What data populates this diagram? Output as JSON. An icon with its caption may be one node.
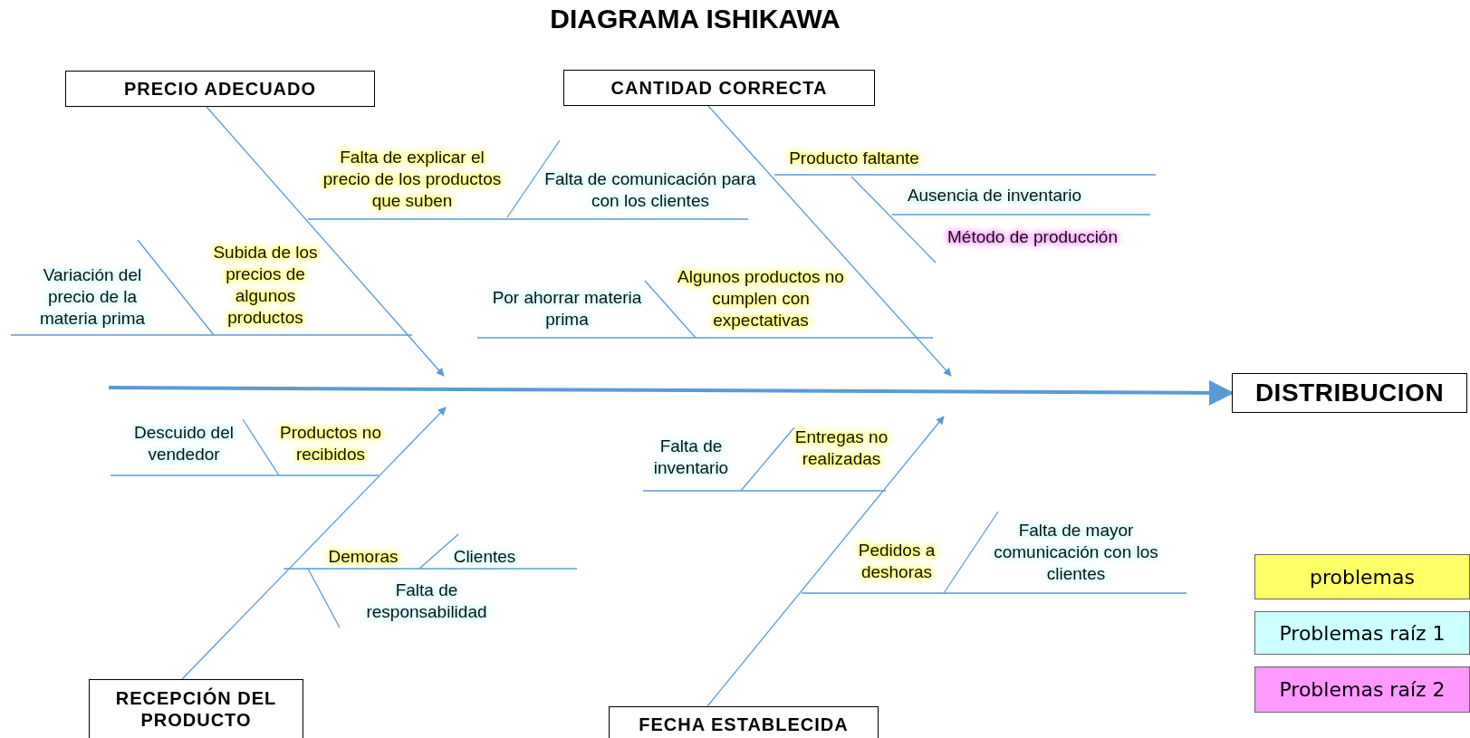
{
  "diagram": {
    "title": "DIAGRAMA ISHIKAWA",
    "nodes": [
      {
        "text": [
          "PRECIO ADECUADO"
        ]
      },
      {
        "text": [
          "CANTIDAD CORRECTA"
        ]
      },
      {
        "text": [
          "RECEPCIÓN DEL PRODUCTO"
        ]
      },
      {
        "text": [
          "FECHA ESTABLECIDA"
        ]
      },
      {
        "text": [
          "DISTRIBUCION"
        ]
      }
    ],
    "edges": [
      {
        "from": 0,
        "to": null,
        "arrow": "to"
      },
      {
        "from": 1,
        "to": null,
        "arrow": "to"
      },
      {
        "from": 2,
        "to": null,
        "arrow": "to"
      },
      {
        "from": 3,
        "to": null,
        "arrow": "to"
      },
      {
        "from": null,
        "to": 4,
        "arrow": "to",
        "style": "thick"
      }
    ],
    "labels": [
      "Falta de explicar el precio de los productos que suben",
      "Falta de comunicación para con los clientes",
      "Variación del precio de la materia prima",
      "Subida de los precios de algunos productos",
      "Producto faltante",
      "Ausencia de inventario",
      "Método de producción",
      "Por ahorrar materia prima",
      "Algunos productos no cumplen con expectativas",
      "Descuido del vendedor",
      "Productos no recibidos",
      "Demoras",
      "Clientes",
      "Falta de responsabilidad",
      "Falta de inventario",
      "Entregas no realizadas",
      "Pedidos a deshoras",
      "Falta de mayor comunicación con los clientes"
    ],
    "legend": [
      {
        "text": "problemas",
        "color": "#ffff66"
      },
      {
        "text": "Problemas raíz 1",
        "color": "#ccffff"
      },
      {
        "text": "Problemas raíz 2",
        "color": "#ff99ff"
      }
    ]
  }
}
